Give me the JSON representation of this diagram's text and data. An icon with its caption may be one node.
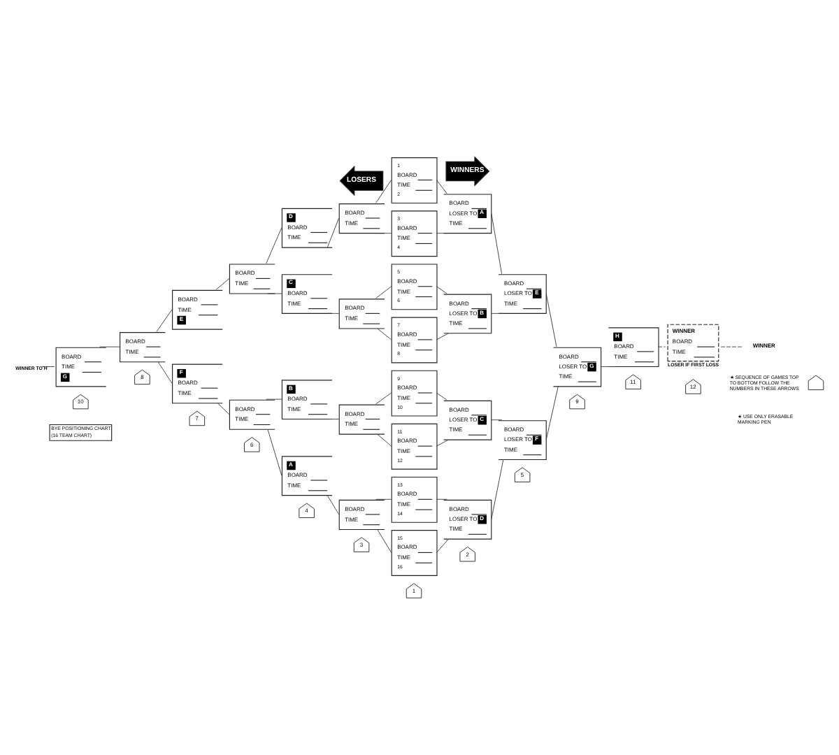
{
  "diagram": {
    "nodes": [
      {
        "text": [
          "LOSERS"
        ]
      },
      {
        "text": [
          "WINNERS"
        ]
      },
      {
        "text": [
          "1",
          "BOARD",
          "TIME",
          "2"
        ]
      },
      {
        "text": [
          "3",
          "BOARD",
          "TIME",
          "4"
        ]
      },
      {
        "text": [
          "5",
          "BOARD",
          "TIME",
          "6"
        ]
      },
      {
        "text": [
          "7",
          "BOARD",
          "TIME",
          "8"
        ]
      },
      {
        "text": [
          "9",
          "BOARD",
          "TIME",
          "10"
        ]
      },
      {
        "text": [
          "11",
          "BOARD",
          "TIME",
          "12"
        ]
      },
      {
        "text": [
          "13",
          "BOARD",
          "TIME",
          "14"
        ]
      },
      {
        "text": [
          "15",
          "BOARD",
          "TIME",
          "16"
        ]
      },
      {
        "text": [
          "BOARD",
          "LOSER TO",
          "A",
          "TIME"
        ]
      },
      {
        "text": [
          "BOARD",
          "LOSER TO",
          "B",
          "TIME"
        ]
      },
      {
        "text": [
          "BOARD",
          "LOSER TO",
          "C",
          "TIME"
        ]
      },
      {
        "text": [
          "BOARD",
          "LOSER TO",
          "D",
          "TIME"
        ]
      },
      {
        "text": [
          "BOARD",
          "LOSER TO",
          "E",
          "TIME"
        ]
      },
      {
        "text": [
          "BOARD",
          "LOSER TO",
          "F",
          "TIME"
        ]
      },
      {
        "text": [
          "BOARD",
          "LOSER TO",
          "G",
          "TIME"
        ]
      },
      {
        "text": [
          "H",
          "BOARD",
          "TIME"
        ]
      },
      {
        "text": [
          "WINNER",
          "BOARD",
          "TIME"
        ],
        "beside": [
          "LOSER IF FIRST LOSS"
        ]
      },
      {
        "text": [
          "WINNER"
        ]
      },
      {
        "text": [
          "BOARD",
          "TIME"
        ]
      },
      {
        "text": [
          "BOARD",
          "TIME"
        ]
      },
      {
        "text": [
          "BOARD",
          "TIME"
        ]
      },
      {
        "text": [
          "BOARD",
          "TIME"
        ]
      },
      {
        "text": [
          "D",
          "BOARD",
          "TIME"
        ]
      },
      {
        "text": [
          "C",
          "BOARD",
          "TIME"
        ]
      },
      {
        "text": [
          "B",
          "BOARD",
          "TIME"
        ]
      },
      {
        "text": [
          "A",
          "BOARD",
          "TIME"
        ]
      },
      {
        "text": [
          "BOARD",
          "TIME"
        ]
      },
      {
        "text": [
          "BOARD",
          "TIME"
        ]
      },
      {
        "text": [
          "BOARD",
          "TIME",
          "E"
        ]
      },
      {
        "text": [
          "F",
          "BOARD",
          "TIME"
        ]
      },
      {
        "text": [
          "BOARD",
          "TIME"
        ]
      },
      {
        "text": [
          "BOARD",
          "TIME",
          "G"
        ]
      },
      {
        "text": [
          "10"
        ]
      },
      {
        "text": [
          "8"
        ]
      },
      {
        "text": [
          "7"
        ]
      },
      {
        "text": [
          "6"
        ]
      },
      {
        "text": [
          "4"
        ]
      },
      {
        "text": [
          "3"
        ]
      },
      {
        "text": [
          "1"
        ]
      },
      {
        "text": [
          "2"
        ]
      },
      {
        "text": [
          "5"
        ]
      },
      {
        "text": [
          "9"
        ]
      },
      {
        "text": [
          "11"
        ]
      },
      {
        "text": [
          "12"
        ]
      },
      {
        "text": [],
        "shape": "arrow"
      }
    ],
    "edges": [
      {
        "from": 2,
        "to": 10,
        "arrow": "none"
      },
      {
        "from": 3,
        "to": 10,
        "arrow": "none"
      },
      {
        "from": 4,
        "to": 11,
        "arrow": "none"
      },
      {
        "from": 5,
        "to": 11,
        "arrow": "none"
      },
      {
        "from": 6,
        "to": 12,
        "arrow": "none"
      },
      {
        "from": 7,
        "to": 12,
        "arrow": "none"
      },
      {
        "from": 8,
        "to": 13,
        "arrow": "none"
      },
      {
        "from": 9,
        "to": 13,
        "arrow": "none"
      },
      {
        "from": 10,
        "to": 14,
        "arrow": "none"
      },
      {
        "from": 11,
        "to": 14,
        "arrow": "none"
      },
      {
        "from": 12,
        "to": 15,
        "arrow": "none"
      },
      {
        "from": 13,
        "to": 15,
        "arrow": "none"
      },
      {
        "from": 14,
        "to": 16,
        "arrow": "none"
      },
      {
        "from": 15,
        "to": 16,
        "arrow": "none"
      },
      {
        "from": 16,
        "to": 17,
        "arrow": "none"
      },
      {
        "from": 17,
        "to": 18,
        "arrow": "none",
        "style": "dashed"
      },
      {
        "from": 18,
        "to": 19,
        "arrow": "none",
        "style": "dashed"
      },
      {
        "from": 20,
        "to": 2,
        "arrow": "none"
      },
      {
        "from": 20,
        "to": 3,
        "arrow": "none"
      },
      {
        "from": 21,
        "to": 4,
        "arrow": "none"
      },
      {
        "from": 21,
        "to": 5,
        "arrow": "none"
      },
      {
        "from": 22,
        "to": 6,
        "arrow": "none"
      },
      {
        "from": 22,
        "to": 7,
        "arrow": "none"
      },
      {
        "from": 23,
        "to": 8,
        "arrow": "none"
      },
      {
        "from": 23,
        "to": 9,
        "arrow": "none"
      },
      {
        "from": 24,
        "to": 20,
        "arrow": "none"
      },
      {
        "from": 25,
        "to": 21,
        "arrow": "none"
      },
      {
        "from": 26,
        "to": 22,
        "arrow": "none"
      },
      {
        "from": 27,
        "to": 23,
        "arrow": "none"
      },
      {
        "from": 28,
        "to": 24,
        "arrow": "none"
      },
      {
        "from": 28,
        "to": 25,
        "arrow": "none"
      },
      {
        "from": 29,
        "to": 26,
        "arrow": "none"
      },
      {
        "from": 29,
        "to": 27,
        "arrow": "none"
      },
      {
        "from": 30,
        "to": 28,
        "arrow": "none"
      },
      {
        "from": 31,
        "to": 29,
        "arrow": "none"
      },
      {
        "from": 32,
        "to": 30,
        "arrow": "none"
      },
      {
        "from": 32,
        "to": 31,
        "arrow": "none"
      },
      {
        "from": 33,
        "to": 32,
        "arrow": "none"
      },
      {
        "from": null,
        "to": 33,
        "arrow": "none",
        "label": "WINNER TO H"
      }
    ],
    "labels": [
      "BYE POSITIONING CHART",
      "(16 TEAM CHART)",
      "★ SEQUENCE OF GAMES TOP TO BOTTOM FOLLOW THE NUMBERS IN THESE ARROWS",
      "★ USE ONLY ERASABLE MARKING PEN"
    ]
  }
}
